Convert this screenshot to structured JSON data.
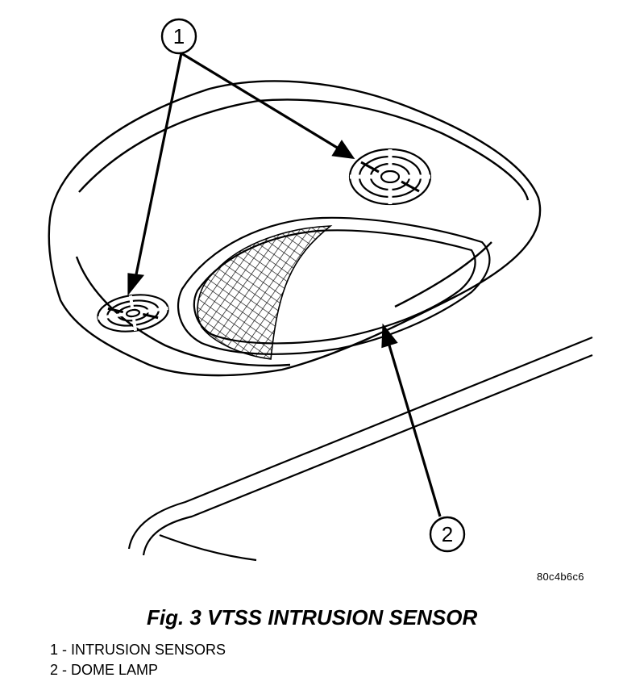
{
  "callouts": [
    {
      "number": "1"
    },
    {
      "number": "2"
    }
  ],
  "reference_code": "80c4b6c6",
  "caption": "Fig. 3 VTSS INTRUSION SENSOR",
  "legend": [
    {
      "label": "1 - INTRUSION SENSORS"
    },
    {
      "label": "2 - DOME LAMP"
    }
  ],
  "colors": {
    "ink": "#000000",
    "paper": "#ffffff"
  }
}
